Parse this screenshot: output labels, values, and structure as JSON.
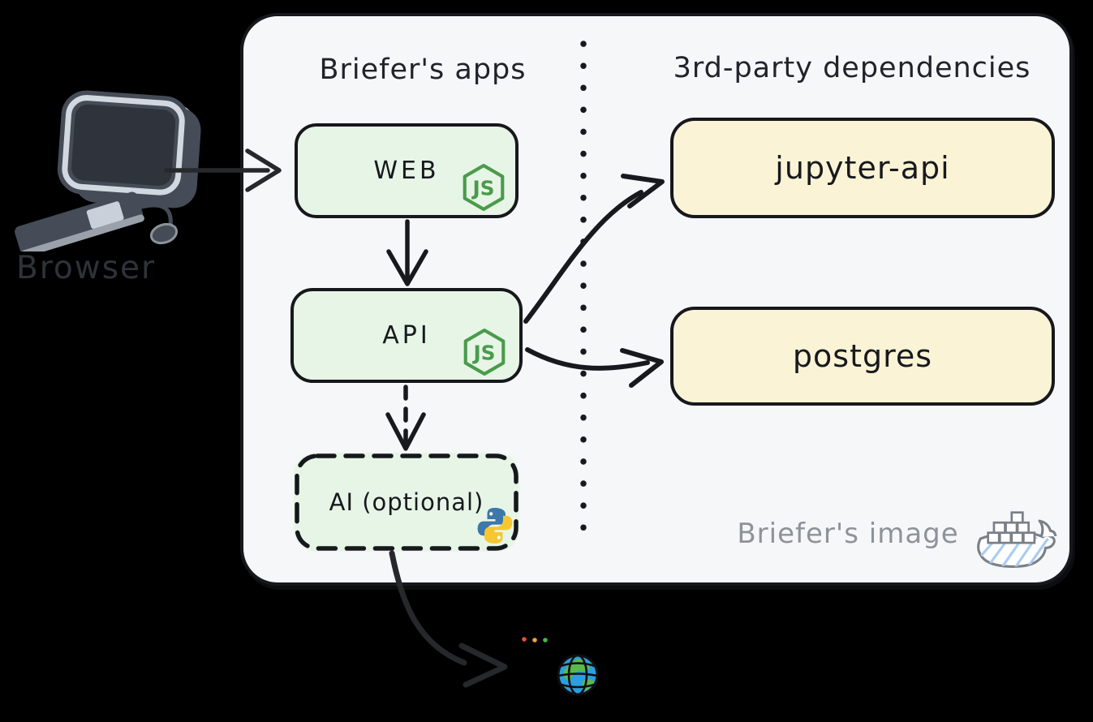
{
  "browser": {
    "label": "Browser",
    "icon": "computer-icon"
  },
  "frame": {
    "background": "#f6f7f9",
    "left_section": {
      "title": "Briefer's apps"
    },
    "right_section": {
      "title": "3rd-party dependencies"
    },
    "caption": {
      "label": "Briefer's image",
      "icon": "docker-icon"
    }
  },
  "nodes": {
    "web": {
      "label": "WEB",
      "runtime_icon": "nodejs-icon",
      "fill": "#e7f5e7"
    },
    "api": {
      "label": "API",
      "runtime_icon": "nodejs-icon",
      "fill": "#e7f5e7"
    },
    "ai": {
      "label": "AI (optional)",
      "runtime_icon": "python-icon",
      "fill": "#e7f5e7",
      "border_style": "dashed"
    },
    "jupyter": {
      "label": "jupyter-api",
      "fill": "#fbf3d6"
    },
    "postgres": {
      "label": "postgres",
      "fill": "#fbf3d6"
    }
  },
  "edges": [
    {
      "from": "browser",
      "to": "web",
      "style": "solid"
    },
    {
      "from": "web",
      "to": "api",
      "style": "solid"
    },
    {
      "from": "api",
      "to": "ai",
      "style": "dashed"
    },
    {
      "from": "api",
      "to": "jupyter-api",
      "style": "solid-curved"
    },
    {
      "from": "api",
      "to": "postgres",
      "style": "solid-curved"
    },
    {
      "from": "ai",
      "to": "internet",
      "style": "solid-curved"
    }
  ],
  "internet": {
    "icon": "globe-icon",
    "window_dot_colors": [
      "#e84d3d",
      "#f2a13a",
      "#43b649"
    ]
  },
  "colors": {
    "outline": "#16181c",
    "frame_bg": "#f6f7f9",
    "node_green_bg": "#e7f5e7",
    "dependency_yellow_bg": "#fbf3d6",
    "nodejs_green": "#4a9b4a",
    "python_blue": "#3c78aa",
    "python_yellow": "#f5c832",
    "caption_gray": "#8d939a",
    "globe_blue": "#2b9fe0",
    "globe_land_green": "#5cb84c"
  }
}
